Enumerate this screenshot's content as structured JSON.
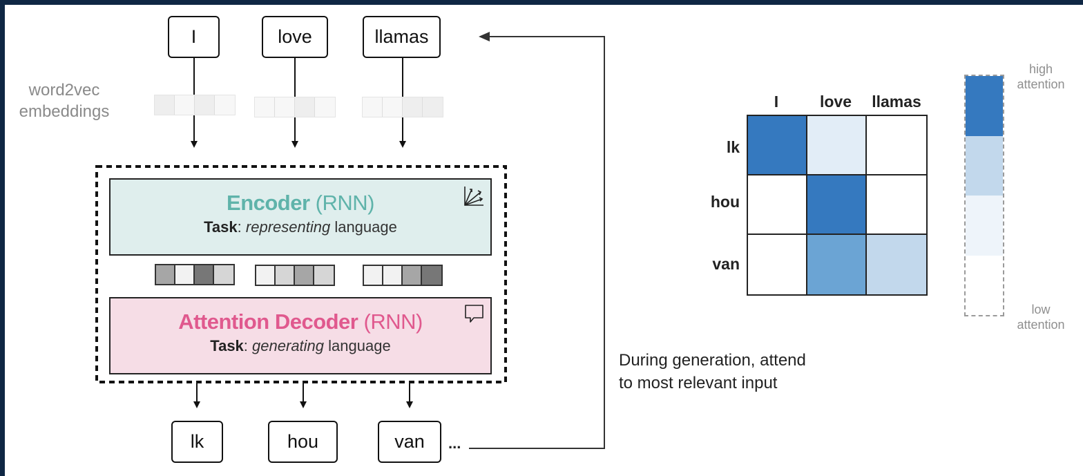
{
  "inputs": [
    "I",
    "love",
    "llamas"
  ],
  "outputs": [
    "lk",
    "hou",
    "van"
  ],
  "ellipsis": "...",
  "embeddings_label_line1": "word2vec",
  "embeddings_label_line2": "embeddings",
  "encoder": {
    "title": "Encoder",
    "tag": "(RNN)",
    "task_prefix": "Task",
    "task_colon": ":",
    "task_verb": "representing",
    "task_obj": "language",
    "title_color": "#5fb3aa",
    "bg_color": "#dfeeed",
    "icon": "axes-arrows-icon"
  },
  "decoder": {
    "title": "Attention Decoder",
    "tag": "(RNN)",
    "task_prefix": "Task",
    "task_colon": ":",
    "task_verb": "generating",
    "task_obj": "language",
    "title_color": "#e0598e",
    "bg_color": "#f6dde6",
    "icon": "speech-bubble-icon"
  },
  "caption_line1": "During generation, attend",
  "caption_line2": "to most relevant input",
  "heatmap": {
    "columns": [
      "I",
      "love",
      "llamas"
    ],
    "rows": [
      "lk",
      "hou",
      "van"
    ],
    "cells": [
      [
        "#3579bf",
        "#e2edf7",
        "#ffffff"
      ],
      [
        "#ffffff",
        "#3579bf",
        "#ffffff"
      ],
      [
        "#ffffff",
        "#6ba4d4",
        "#c2d8ec"
      ]
    ]
  },
  "legend": {
    "high_line1": "high",
    "high_line2": "attention",
    "low_line1": "low",
    "low_line2": "attention",
    "levels": [
      "#3579bf",
      "#c2d8ec",
      "#eef4fa",
      "#ffffff"
    ]
  },
  "encoder_vectors": [
    [
      "#a6a6a6",
      "#f2f2f2",
      "#777777",
      "#d6d6d6"
    ],
    [
      "#f2f2f2",
      "#d6d6d6",
      "#a6a6a6",
      "#d6d6d6"
    ],
    [
      "#f2f2f2",
      "#f2f2f2",
      "#a6a6a6",
      "#777777"
    ]
  ],
  "embedding_vectors": [
    [
      "#eeeeee",
      "#f7f7f7",
      "#eeeeee",
      "#f7f7f7"
    ],
    [
      "#f7f7f7",
      "#f7f7f7",
      "#eeeeee",
      "#f7f7f7"
    ],
    [
      "#f7f7f7",
      "#f7f7f7",
      "#eeeeee",
      "#eeeeee"
    ]
  ]
}
